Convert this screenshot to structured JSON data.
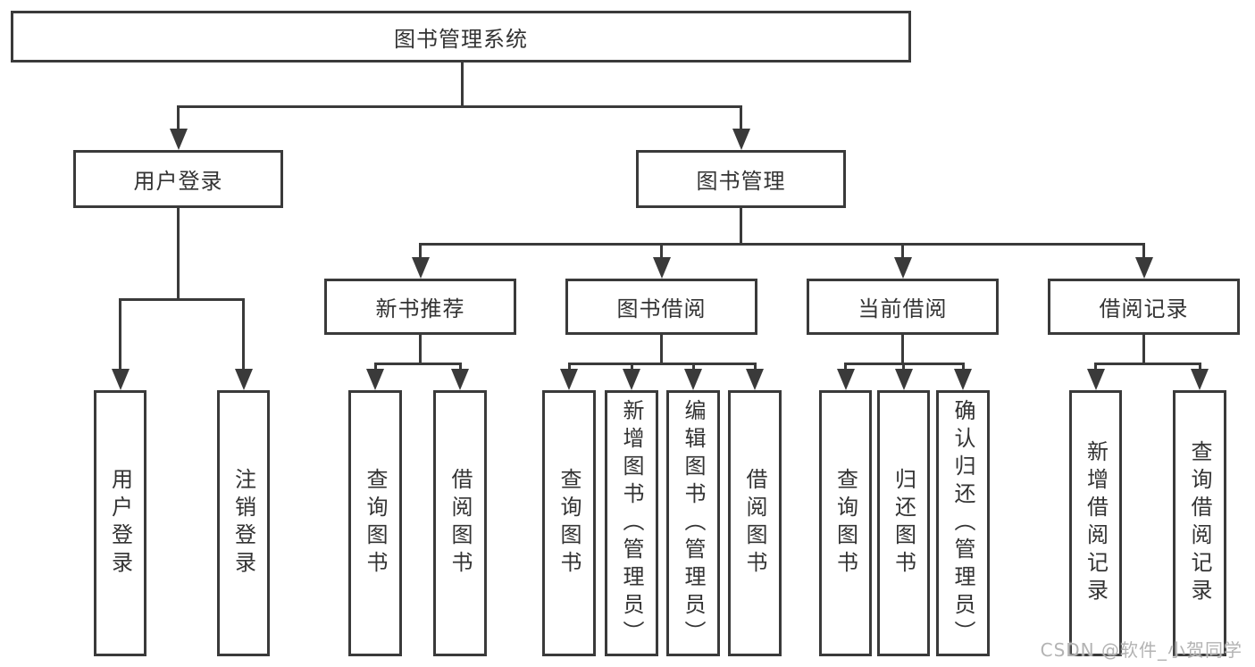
{
  "diagram_title": "图书管理系统",
  "watermark": "CSDN @软件_小贺同学",
  "colors": {
    "line": "#3a3a3a",
    "text": "#333333",
    "background": "#ffffff",
    "watermark": "#b3b3b3"
  },
  "tree": {
    "label": "图书管理系统",
    "children": [
      {
        "label": "用户登录",
        "children": [
          {
            "label": "用户登录"
          },
          {
            "label": "注销登录"
          }
        ]
      },
      {
        "label": "图书管理",
        "children": [
          {
            "label": "新书推荐",
            "children": [
              {
                "label": "查询图书"
              },
              {
                "label": "借阅图书"
              }
            ]
          },
          {
            "label": "图书借阅",
            "children": [
              {
                "label": "查询图书"
              },
              {
                "label": "新增图书（管理员）"
              },
              {
                "label": "编辑图书（管理员）"
              },
              {
                "label": "借阅图书"
              }
            ]
          },
          {
            "label": "当前借阅",
            "children": [
              {
                "label": "查询图书"
              },
              {
                "label": "归还图书"
              },
              {
                "label": "确认归还（管理员）"
              }
            ]
          },
          {
            "label": "借阅记录",
            "children": [
              {
                "label": "新增借阅记录"
              },
              {
                "label": "查询借阅记录"
              }
            ]
          }
        ]
      }
    ]
  }
}
